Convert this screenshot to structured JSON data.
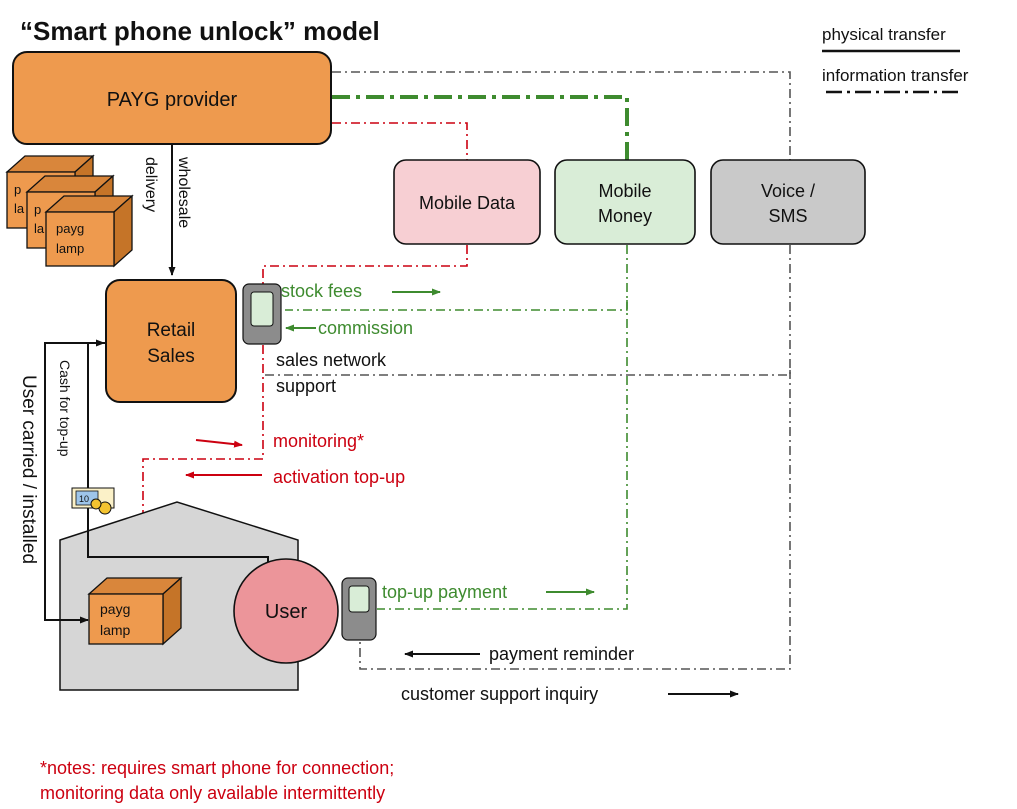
{
  "title": "“Smart phone unlock” model",
  "legend": {
    "physical": "physical transfer",
    "information": "information transfer"
  },
  "nodes": {
    "payg_provider": "PAYG provider",
    "mobile_data": "Mobile Data",
    "mobile_money": [
      "Mobile",
      "Money"
    ],
    "voice_sms": [
      "Voice /",
      "SMS"
    ],
    "retail_sales": [
      "Retail",
      "Sales"
    ],
    "user": "User",
    "lamp": [
      "payg",
      "lamp"
    ],
    "lamp_stack_partial": [
      "p",
      "la"
    ],
    "lamp_stack_partial2": [
      "p",
      "la"
    ]
  },
  "labels": {
    "wholesale": [
      "wholesale",
      "delivery"
    ],
    "cash_topup": "Cash for top-up",
    "user_carried": "User carried / installed",
    "cash_note_value": "10",
    "stock_fees": "stock fees",
    "commission": "commission",
    "sales_network": "sales network",
    "support": "support",
    "monitoring": "monitoring*",
    "activation": "activation top-up",
    "topup_payment": "top-up payment",
    "payment_reminder": "payment reminder",
    "customer_inquiry": "customer support inquiry"
  },
  "notes": [
    "*notes: requires smart phone for connection;",
    "monitoring data only available intermittently"
  ],
  "colors": {
    "orange": "#EE9A4E",
    "orange_dark": "#D9863B",
    "pink": "#F7CFD3",
    "green_fill": "#D9EDD7",
    "grey_box": "#C9C9C9",
    "house": "#D6D6D6",
    "user": "#EC959A",
    "red": "#CC0010",
    "green": "#3E8B2F",
    "dark_grey": "#555555",
    "phone_screen": "#D9EDD7",
    "phone_body": "#8C8C8C"
  }
}
